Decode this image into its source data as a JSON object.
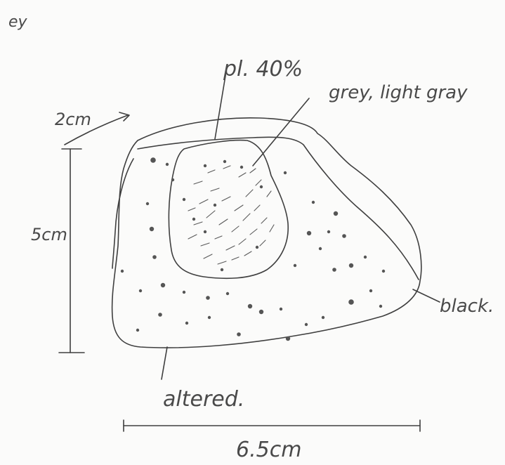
{
  "labels": {
    "corner": "ey",
    "plagioclase": "pl. 40%",
    "inner_color": "grey, light gray",
    "width_arrow": "2cm",
    "height": "5cm",
    "outer_zone": "black.",
    "rim_zone": "altered.",
    "base_width": "6.5cm"
  },
  "colors": {
    "ink": "#3f3f3f",
    "paper": "#fbfbfa"
  }
}
